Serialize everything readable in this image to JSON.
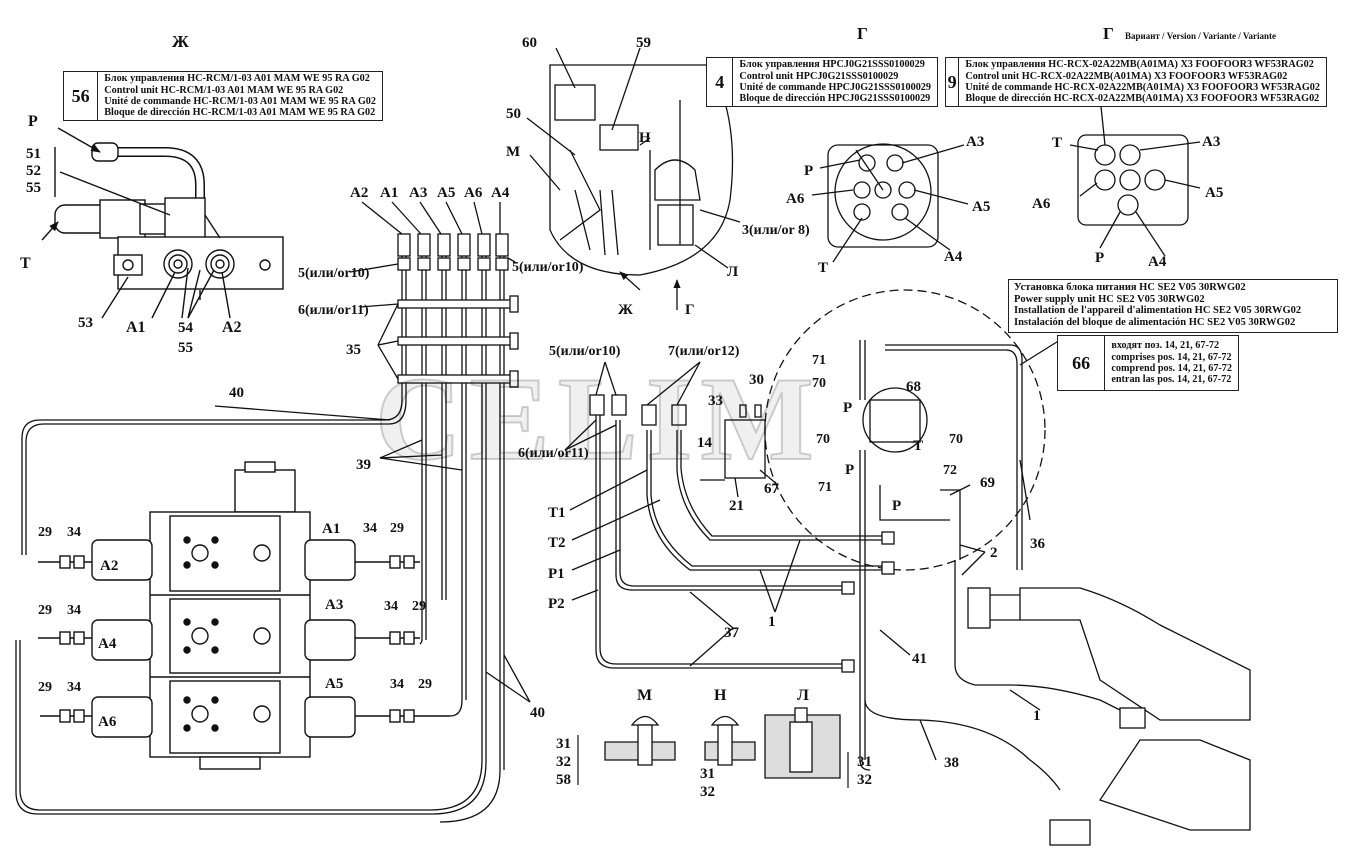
{
  "views": {
    "zh": "Ж",
    "g1": "Г",
    "g2": "Г",
    "g2_variant": "Вариант / Version / Variante / Variante"
  },
  "watermark": "CELIM",
  "box56": {
    "num": "56",
    "lines": [
      "Блок управления HC-RCM/1-03 A01 MAM WE 95 RA G02",
      "Control unit HC-RCM/1-03 A01 MAM WE 95 RA G02",
      "Unité de commande HC-RCM/1-03 A01 MAM WE 95 RA G02",
      "Bloque de dirección HC-RCM/1-03 A01 MAM WE 95 RA G02"
    ]
  },
  "box4": {
    "num": "4",
    "lines": [
      "Блок управления HPCJ0G21SSS0100029",
      "Control unit HPCJ0G21SSS0100029",
      "Unité de commande HPCJ0G21SSS0100029",
      "Bloque de dirección HPCJ0G21SSS0100029"
    ]
  },
  "box9": {
    "num": "9",
    "lines": [
      "Блок управления HC-RCX-02A22MB(A01MA) X3 FOOFOOR3 WF53RAG02",
      "Control unit HC-RCX-02A22MB(A01MA) X3 FOOFOOR3 WF53RAG02",
      "Unité de commande HC-RCX-02A22MB(A01MA) X3 FOOFOOR3 WF53RAG02",
      "Bloque de dirección HC-RCX-02A22MB(A01MA) X3 FOOFOOR3 WF53RAG02"
    ]
  },
  "power_note": [
    "Установка блока питания HC SE2 V05 30RWG02",
    "Power supply unit HC SE2 V05 30RWG02",
    "Installation de l'appareil d'alimentation HC SE2 V05 30RWG02",
    "Instalación del bloque de alimentación HC SE2 V05 30RWG02"
  ],
  "box66": {
    "num": "66",
    "lines": [
      "входят поз. 14, 21, 67-72",
      "comprises pos. 14, 21, 67-72",
      "comprend pos. 14, 21, 67-72",
      "entran las pos. 14, 21, 67-72"
    ]
  },
  "labels": {
    "p": "P",
    "t": "T",
    "n51": "51",
    "n52": "52",
    "n55": "55",
    "n53": "53",
    "n54": "54",
    "n55b": "55",
    "a1": "A1",
    "a2": "A2",
    "top_a2": "A2",
    "top_a1": "A1",
    "top_a3": "A3",
    "top_a5": "A5",
    "top_a6": "A6",
    "top_a4": "A4",
    "l5a": "5(или/or10)",
    "l5b": "5(или/or10)",
    "l6a": "6(или/or11)",
    "n35": "35",
    "n40": "40",
    "n39": "39",
    "n40b": "40",
    "v_a1": "A1",
    "v_a2": "A2",
    "v_a3": "A3",
    "v_a4": "A4",
    "v_a5": "A5",
    "v_a6": "A6",
    "n29a": "29",
    "n34a": "34",
    "n29b": "29",
    "n34b": "34",
    "n29c": "29",
    "n34c": "34",
    "n29d": "29",
    "n34d": "34",
    "n29e": "29",
    "n34e": "34",
    "n29f": "29",
    "n34f": "34",
    "n60": "60",
    "n59": "59",
    "n50": "50",
    "m": "M",
    "h": "H",
    "l3": "3(или/or 8)",
    "el": "Л",
    "zh2": "Ж",
    "g3": "Г",
    "g_p": "P",
    "g_a6": "A6",
    "g_t": "T",
    "g_a3": "A3",
    "g_a5": "A5",
    "g_a4": "A4",
    "g2_t": "T",
    "g2_a6": "A6",
    "g2_p": "P",
    "g2_a3": "A3",
    "g2_a5": "A5",
    "g2_a4": "A4",
    "c5": "5(или/or10)",
    "c7": "7(или/or12)",
    "c6": "6(или/or11)",
    "n30": "30",
    "n33": "33",
    "n14": "14",
    "n21": "21",
    "n67": "67",
    "t1": "T1",
    "t2": "T2",
    "p1": "P1",
    "p2": "P2",
    "n37": "37",
    "n1": "1",
    "n71a": "71",
    "n70a": "70",
    "n68": "68",
    "rp1": "P",
    "n70b": "70",
    "n70c": "70",
    "rt": "T",
    "n72": "72",
    "rp2": "P",
    "n71b": "71",
    "rp3": "P",
    "n69": "69",
    "n2": "2",
    "n41": "41",
    "n36": "36",
    "n38": "38",
    "n1b": "1",
    "dm": "M",
    "dh": "H",
    "dl": "Л",
    "d31a": "31",
    "d32a": "32",
    "d58": "58",
    "d31b": "31",
    "d32b": "32",
    "d31c": "31",
    "d32c": "32"
  }
}
